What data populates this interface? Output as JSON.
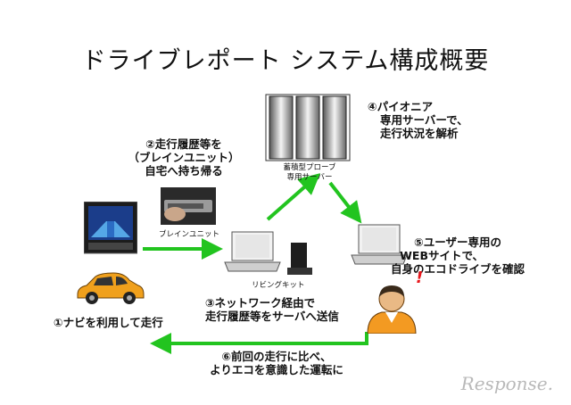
{
  "title": "ドライブレポート システム構成概要",
  "nodes": {
    "brain_unit_label": "ブレインユニット",
    "living_kit_label": "リビングキット",
    "server_label_line1": "蓄積型プローブ",
    "server_label_line2": "専用サーバー"
  },
  "steps": {
    "step1": "①ナビを利用して走行",
    "step2": [
      "②走行履歴等を",
      "（ブレインユニット）",
      "自宅へ持ち帰る"
    ],
    "step3": [
      "③ネットワーク経由で",
      "走行履歴等をサーバへ送信"
    ],
    "step4": [
      "④パイオニア",
      "専用サーバーで、",
      "走行状況を解析"
    ],
    "step5": [
      "⑤ユーザー専用の",
      "WEBサイトで、",
      "自身のエコドライブを確認"
    ],
    "step6": [
      "⑥前回の走行に比べ、",
      "よりエコを意識した運転に"
    ]
  },
  "exclamation": "!",
  "watermark": "Response.",
  "colors": {
    "arrow_green": "#22c41f",
    "exclamation_red": "#e8161b",
    "car_orange": "#f0a01c",
    "shirt_orange": "#f39a22"
  }
}
